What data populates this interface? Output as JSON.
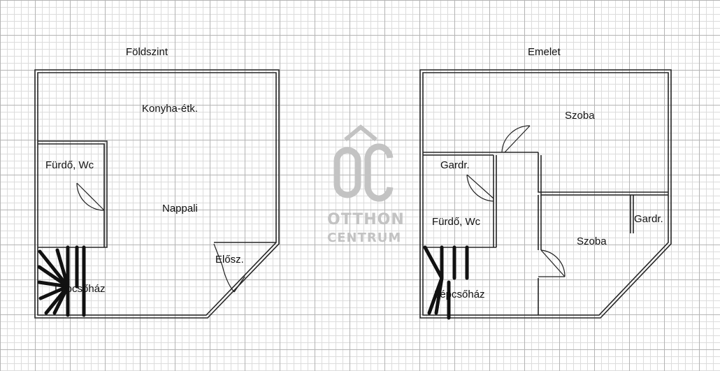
{
  "floors": [
    {
      "title": "Földszint",
      "rooms": [
        "Konyha-étk.",
        "Fürdő, Wc",
        "Nappali",
        "Előszoba",
        "Lépcsőház"
      ]
    },
    {
      "title": "Emelet",
      "rooms": [
        "Szoba",
        "Gardr.",
        "Fürdő, Wc",
        "Gardr.",
        "Szoba",
        "Lépcsőház"
      ]
    }
  ],
  "rooms_display": {
    "ground_kitchen": "Konyha-étk.",
    "ground_bath": "Fürdő, Wc",
    "ground_living": "Nappali",
    "ground_hall": "Elősz.",
    "ground_stairs": "Lépcsőház",
    "upper_room_top": "Szoba",
    "upper_wardrobe_left": "Gardr.",
    "upper_bath": "Fürdő, Wc",
    "upper_wardrobe_right": "Gardr.",
    "upper_room_bottom": "Szoba",
    "upper_stairs": "Lépcsőház"
  },
  "watermark": {
    "monogram": "ÔC",
    "line1": "OTTHON",
    "line2": "CENTRUM",
    "color": "#c3c3c3"
  },
  "colors": {
    "wall": "#262626",
    "grid_major": "#b4b4b4",
    "grid_minor": "#dcdcdc",
    "stairs": "#111111"
  }
}
